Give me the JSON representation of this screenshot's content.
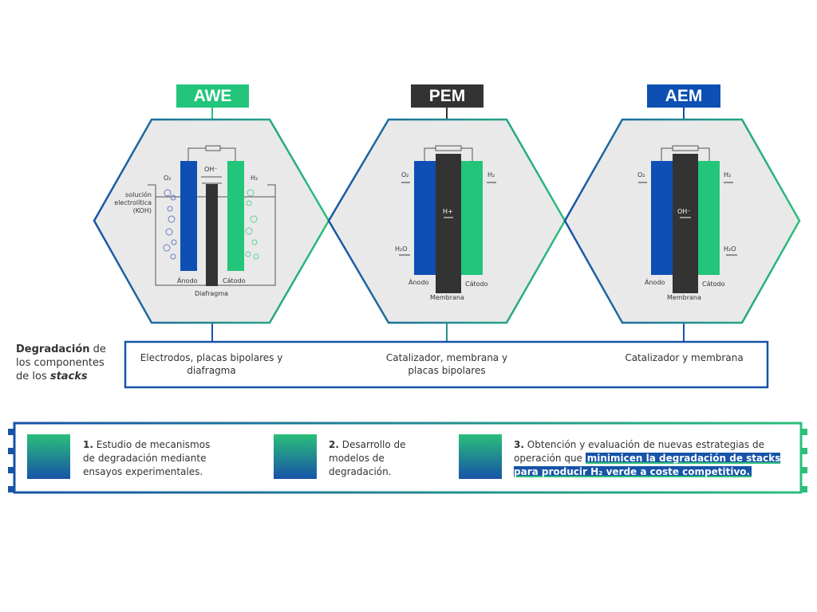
{
  "technologies": [
    {
      "label": "AWE",
      "color": "#22c57a",
      "o2": "O₂",
      "h2": "H₂",
      "ion": "OH⁻",
      "electrolyte": "solución electrolítica (KOH)",
      "anode": "Ánodo",
      "cathode": "Cátodo",
      "separator": "Diafragma",
      "components": "Electrodos, placas bipolares y diafragma"
    },
    {
      "label": "PEM",
      "color": "#333333",
      "o2": "O₂",
      "h2": "H₂",
      "ion": "H+",
      "water": "H₂O",
      "anode": "Ánodo",
      "cathode": "Cátodo",
      "separator": "Membrana",
      "components": "Catalizador, membrana y placas bipolares"
    },
    {
      "label": "AEM",
      "color": "#0d4fb3",
      "o2": "O₂",
      "h2": "H₂",
      "ion": "OH⁻",
      "water": "H₂O",
      "anode": "Ánodo",
      "cathode": "Cátodo",
      "separator": "Membrana",
      "components": "Catalizador y membrana"
    }
  ],
  "degradation": {
    "bold": "Degradación",
    "rest1": " de",
    "line2": "los componentes",
    "line3a": "de los ",
    "line3b": "stacks"
  },
  "steps": [
    {
      "num": "1.",
      "text": "Estudio de mecanismos de degradación mediante ensayos experimentales.",
      "icon": "lab-document-icon"
    },
    {
      "num": "2.",
      "text": "Desarrollo de modelos de degradación.",
      "icon": "gear-model-icon"
    },
    {
      "num": "3.",
      "text": "Obtención y evaluación de nuevas estrategias de operación que",
      "highlight": "minimicen la degradación de stacks para producir H₂ verde a coste competitivo.",
      "icon": "clipboard-gear-icon"
    }
  ]
}
